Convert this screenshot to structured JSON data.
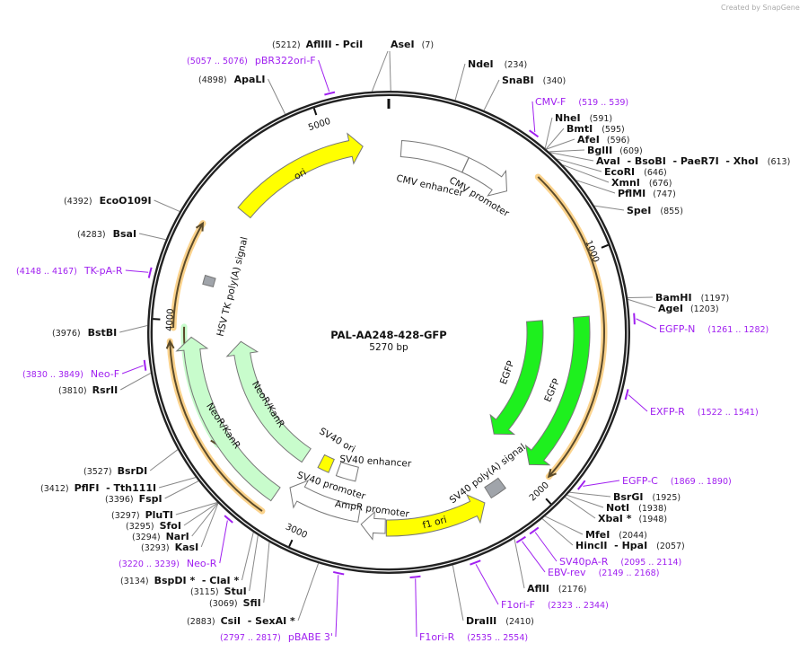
{
  "credit": "Created by SnapGene",
  "plasmid": {
    "name": "PAL-AA248-428-GFP",
    "length_label": "5270 bp",
    "length": 5270
  },
  "ticks": [
    "1000",
    "2000",
    "3000",
    "4000",
    "5000"
  ],
  "colors": {
    "backbone": "#222222",
    "primer": "#a020f0",
    "yellow": "#ffff00",
    "egfp": "#1ef01e",
    "neo": "#c8fccc",
    "signal": "#a0a4aa",
    "orf_halo": "#fbd38d",
    "orf_line": "#5a4a2a"
  },
  "features": [
    {
      "name": "ori",
      "start": 4532,
      "end": 5154,
      "direction": "forward",
      "color": "#ffff00"
    },
    {
      "name": "CMV enhancer",
      "start": 57,
      "end": 360,
      "direction": "none",
      "color": "#ffffff"
    },
    {
      "name": "CMV promoter",
      "start": 361,
      "end": 584,
      "direction": "forward",
      "color": "#ffffff"
    },
    {
      "name": "EGFP",
      "start": 1253,
      "end": 1962,
      "direction": "forward",
      "color": "#1ef01e"
    },
    {
      "name": "EGFP",
      "start": 1250,
      "end": 1951,
      "direction": "forward",
      "color": "#1ef01e"
    },
    {
      "name": "SV40 poly(A) signal",
      "start": 2095,
      "end": 2170,
      "direction": "none",
      "color": "#a0a4aa"
    },
    {
      "name": "f1 ori",
      "start": 2205,
      "end": 2645,
      "direction": "reverse",
      "color": "#ffff00"
    },
    {
      "name": "AmpR promoter",
      "start": 2650,
      "end": 2755,
      "direction": "forward",
      "color": "#ffffff"
    },
    {
      "name": "SV40 promoter",
      "start": 2770,
      "end": 3110,
      "direction": "forward",
      "color": "#ffffff"
    },
    {
      "name": "SV40 enhancer",
      "start": 2820,
      "end": 2930,
      "direction": "none",
      "color": "#ffffff"
    },
    {
      "name": "SV40 ori",
      "start": 2975,
      "end": 3040,
      "direction": "none",
      "color": "#ffff00"
    },
    {
      "name": "NeoR/KanR",
      "start": 3130,
      "end": 3900,
      "direction": "forward",
      "color": "#c8fccc"
    },
    {
      "name": "NeoR/KanR",
      "start": 3147,
      "end": 3932,
      "direction": "forward",
      "color": "#c8fccc"
    },
    {
      "name": "HSV TK poly(A) signal",
      "start": 4165,
      "end": 4205,
      "direction": "none",
      "color": "#a0a4aa"
    }
  ],
  "orfs": [
    {
      "start": 642,
      "end": 1933,
      "direction": "forward",
      "color": "#fbd38d"
    },
    {
      "start": 3152,
      "end": 3918,
      "direction": "forward",
      "color": "#fbd38d"
    },
    {
      "start": 3970,
      "end": 4397,
      "direction": "forward",
      "color": "#fbd38d"
    },
    {
      "start": 3465,
      "end": 3975,
      "direction": "reverse",
      "color": "#c8fccc"
    }
  ],
  "enzymes": [
    {
      "name": "AseI",
      "site": "7"
    },
    {
      "name": "AflIII  - PciI",
      "site": "5212"
    },
    {
      "name": "NdeI",
      "site": "234"
    },
    {
      "name": "SnaBI",
      "site": "340"
    },
    {
      "name": "NheI",
      "site": "591"
    },
    {
      "name": "BmtI",
      "site": "595"
    },
    {
      "name": "AfeI",
      "site": "596"
    },
    {
      "name": "BglII",
      "site": "609"
    },
    {
      "name": "AvaI  - BsoBI  - PaeR7I  - XhoI",
      "site": "613"
    },
    {
      "name": "EcoRI",
      "site": "646"
    },
    {
      "name": "XmnI",
      "site": "676"
    },
    {
      "name": "PflMI",
      "site": "747"
    },
    {
      "name": "SpeI",
      "site": "855"
    },
    {
      "name": "BamHI",
      "site": "1197"
    },
    {
      "name": "AgeI",
      "site": "1203"
    },
    {
      "name": "BsrGI",
      "site": "1925"
    },
    {
      "name": "NotI",
      "site": "1938"
    },
    {
      "name": "XbaI *",
      "site": "1948"
    },
    {
      "name": "MfeI",
      "site": "2044"
    },
    {
      "name": "HincII  - HpaI",
      "site": "2057"
    },
    {
      "name": "AflII",
      "site": "2176"
    },
    {
      "name": "DraIII",
      "site": "2410"
    },
    {
      "name": "CsiI  - SexAI *",
      "site": "2883"
    },
    {
      "name": "SfiI",
      "site": "3069"
    },
    {
      "name": "StuI",
      "site": "3115"
    },
    {
      "name": "BspDI *  - ClaI *",
      "site": "3134"
    },
    {
      "name": "KasI",
      "site": "3293"
    },
    {
      "name": "NarI",
      "site": "3294"
    },
    {
      "name": "SfoI",
      "site": "3295"
    },
    {
      "name": "PluTI",
      "site": "3297"
    },
    {
      "name": "FspI",
      "site": "3396"
    },
    {
      "name": "PflFI  - Tth111I",
      "site": "3412"
    },
    {
      "name": "BsrDI",
      "site": "3527"
    },
    {
      "name": "RsrII",
      "site": "3810"
    },
    {
      "name": "BstBI",
      "site": "3976"
    },
    {
      "name": "BsaI",
      "site": "4283"
    },
    {
      "name": "EcoO109I",
      "site": "4392"
    },
    {
      "name": "ApaLI",
      "site": "4898"
    }
  ],
  "primers": [
    {
      "name": "CMV-F",
      "start": 519,
      "end": 539,
      "range": "(519 .. 539)"
    },
    {
      "name": "EGFP-N",
      "start": 1261,
      "end": 1282,
      "range": "(1261 .. 1282)"
    },
    {
      "name": "EXFP-R",
      "start": 1522,
      "end": 1541,
      "range": "(1522 .. 1541)"
    },
    {
      "name": "EGFP-C",
      "start": 1869,
      "end": 1890,
      "range": "(1869 .. 1890)"
    },
    {
      "name": "SV40pA-R",
      "start": 2095,
      "end": 2114,
      "range": "(2095 .. 2114)"
    },
    {
      "name": "EBV-rev",
      "start": 2149,
      "end": 2168,
      "range": "(2149 .. 2168)"
    },
    {
      "name": "F1ori-F",
      "start": 2323,
      "end": 2344,
      "range": "(2323 .. 2344)"
    },
    {
      "name": "F1ori-R",
      "start": 2535,
      "end": 2554,
      "range": "(2535 .. 2554)"
    },
    {
      "name": "pBABE 3'",
      "start": 2797,
      "end": 2817,
      "range": "(2797 .. 2817)"
    },
    {
      "name": "Neo-R",
      "start": 3220,
      "end": 3239,
      "range": "(3220 .. 3239)"
    },
    {
      "name": "Neo-F",
      "start": 3830,
      "end": 3849,
      "range": "(3830 .. 3849)"
    },
    {
      "name": "TK-pA-R",
      "start": 4148,
      "end": 4167,
      "range": "(4148 .. 4167)"
    },
    {
      "name": "pBR322ori-F",
      "start": 5057,
      "end": 5076,
      "range": "(5057 .. 5076)"
    }
  ]
}
